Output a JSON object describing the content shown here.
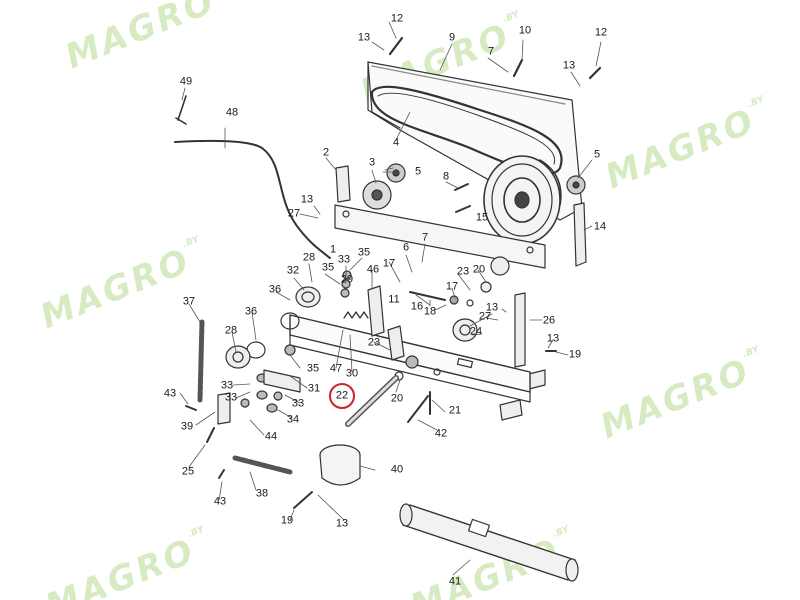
{
  "watermark": {
    "brand": "MAGRO",
    "suffix": ".BY",
    "color": "#cfe8b8"
  },
  "highlight": {
    "part": "22",
    "color": "#d0202a"
  },
  "labels": {
    "p1": "1",
    "p2": "2",
    "p3": "3",
    "p4": "4",
    "p5a": "5",
    "p5b": "5",
    "p6": "6",
    "p7a": "7",
    "p7b": "7",
    "p8": "8",
    "p9": "9",
    "p10": "10",
    "p11": "11",
    "p12a": "12",
    "p12b": "12",
    "p13a": "13",
    "p13b": "13",
    "p13c": "13",
    "p13d": "13",
    "p13e": "13",
    "p13f": "13",
    "p14": "14",
    "p15": "15",
    "p16": "16",
    "p17a": "17",
    "p17b": "17",
    "p18": "18",
    "p19a": "19",
    "p19b": "19",
    "p20a": "20",
    "p20b": "20",
    "p21": "21",
    "p22": "22",
    "p23a": "23",
    "p23b": "23",
    "p24": "24",
    "p25": "25",
    "p26": "26",
    "p27a": "27",
    "p27b": "27",
    "p28a": "28",
    "p28b": "28",
    "p29": "29",
    "p30": "30",
    "p31": "31",
    "p32": "32",
    "p33a": "33",
    "p33b": "33",
    "p33c": "33",
    "p33d": "33",
    "p34": "34",
    "p35a": "35",
    "p35b": "35",
    "p35c": "35",
    "p36a": "36",
    "p36b": "36",
    "p37": "37",
    "p38": "38",
    "p39": "39",
    "p40": "40",
    "p41": "41",
    "p42": "42",
    "p43a": "43",
    "p43b": "43",
    "p44": "44",
    "p46": "46",
    "p47": "47",
    "p48": "48",
    "p49": "49"
  }
}
